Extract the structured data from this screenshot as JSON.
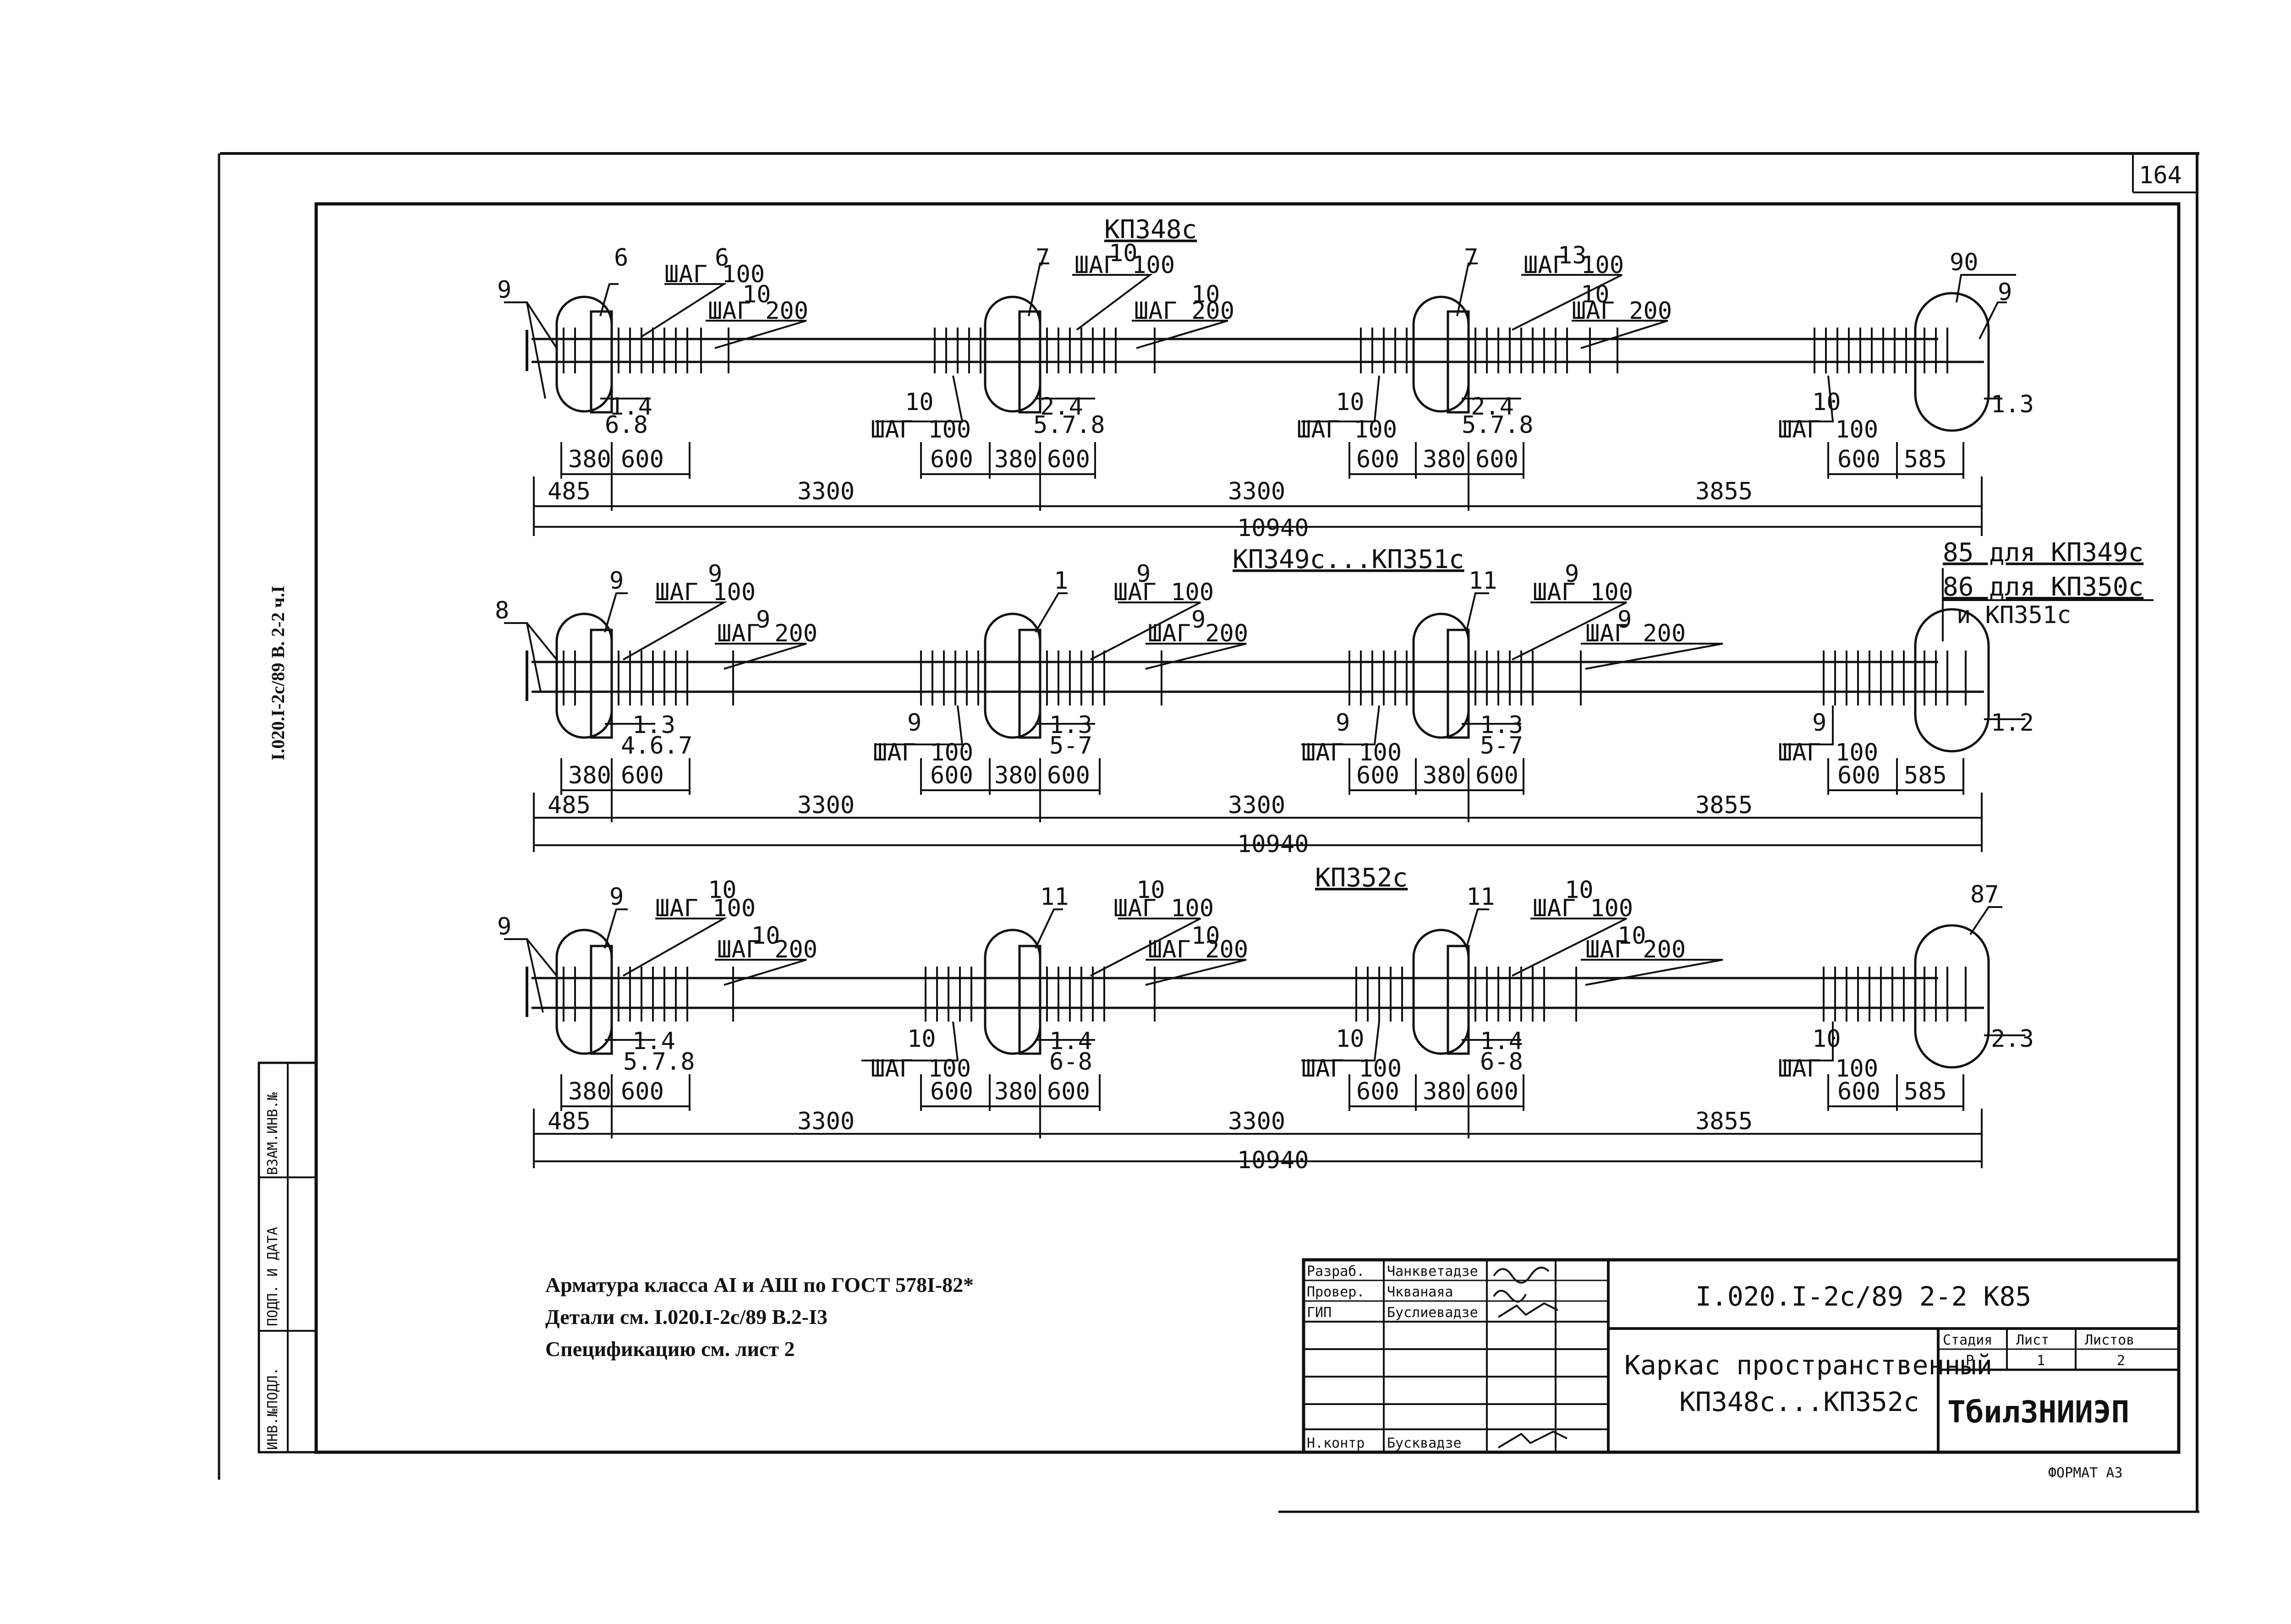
{
  "sheet": {
    "page_number": "164",
    "side_code": "I.020.I-2c/89 В. 2-2 ч.I",
    "format_label": "ФОРМАТ А3",
    "left_strip": [
      "ИНВ.№ПОДЛ.",
      "ПОДП. И ДАТА",
      "ВЗАМ.ИНВ.№"
    ]
  },
  "frames": [
    {
      "title": "КП348с",
      "overall": "10940",
      "segments": [
        "485",
        "3300",
        "3300",
        "3855"
      ],
      "small_dims": [
        "380",
        "600",
        "600",
        "380",
        "600",
        "600",
        "380",
        "600",
        "600",
        "585"
      ],
      "marks": [
        "9",
        "6",
        "7",
        "7",
        "90",
        "9"
      ],
      "spacing_top": [
        {
          "num": "6",
          "step": "ШАГ 100"
        },
        {
          "num": "10",
          "step": "ШАГ 200"
        },
        {
          "num": "10",
          "step": "ШАГ 100"
        },
        {
          "num": "10",
          "step": "ШАГ 200"
        },
        {
          "num": "13",
          "step": "ШАГ 100"
        },
        {
          "num": "10",
          "step": "ШАГ 200"
        }
      ],
      "spacing_bottom": [
        {
          "num": "10",
          "step": "ШАГ 100"
        },
        {
          "num": "10",
          "step": "ШАГ 100"
        },
        {
          "num": "10",
          "step": "ШАГ 100"
        }
      ],
      "refs": [
        "1.4",
        "6.8",
        "2.4",
        "5.7.8",
        "2.4",
        "5.7.8",
        "1.3"
      ]
    },
    {
      "title": "КП349с...КП351с",
      "overall": "10940",
      "segments": [
        "485",
        "3300",
        "3300",
        "3855"
      ],
      "small_dims": [
        "380",
        "600",
        "600",
        "380",
        "600",
        "600",
        "380",
        "600",
        "600",
        "585"
      ],
      "marks": [
        "8",
        "9",
        "1",
        "11"
      ],
      "spacing_top": [
        {
          "num": "9",
          "step": "ШАГ 100"
        },
        {
          "num": "9",
          "step": "ШАГ 200"
        },
        {
          "num": "9",
          "step": "ШАГ 100"
        },
        {
          "num": "9",
          "step": "ШАГ 200"
        },
        {
          "num": "9",
          "step": "ШАГ 100"
        },
        {
          "num": "9",
          "step": "ШАГ 200"
        }
      ],
      "spacing_bottom": [
        {
          "num": "9",
          "step": "ШАГ 100"
        },
        {
          "num": "9",
          "step": "ШАГ 100"
        },
        {
          "num": "9",
          "step": "ШАГ 100"
        }
      ],
      "refs": [
        "1.3",
        "4.6.7",
        "1.3",
        "5-7",
        "1.3",
        "5-7",
        "1.2"
      ],
      "end_notes": [
        "85 для КП349с",
        "86 для КП350с",
        "и КП351с"
      ]
    },
    {
      "title": "КП352с",
      "overall": "10940",
      "segments": [
        "485",
        "3300",
        "3300",
        "3855"
      ],
      "small_dims": [
        "380",
        "600",
        "600",
        "380",
        "600",
        "600",
        "380",
        "600",
        "600",
        "585"
      ],
      "marks": [
        "9",
        "9",
        "11",
        "11",
        "87"
      ],
      "spacing_top": [
        {
          "num": "10",
          "step": "ШАГ 100"
        },
        {
          "num": "10",
          "step": "ШАГ 200"
        },
        {
          "num": "10",
          "step": "ШАГ 100"
        },
        {
          "num": "10",
          "step": "ШАГ 200"
        },
        {
          "num": "10",
          "step": "ШАГ 100"
        },
        {
          "num": "10",
          "step": "ШАГ 200"
        }
      ],
      "spacing_bottom": [
        {
          "num": "10",
          "step": "ШАГ 100"
        },
        {
          "num": "10",
          "step": "ШАГ 100"
        },
        {
          "num": "10",
          "step": "ШАГ 100"
        }
      ],
      "refs": [
        "1.4",
        "5.7.8",
        "1.4",
        "6-8",
        "1.4",
        "6-8",
        "2.3"
      ]
    }
  ],
  "notes": [
    "Арматура класса АI и АШ по ГОСТ 578I-82*",
    "Детали см. I.020.I-2с/89 В.2-I3",
    "Спецификацию см. лист 2"
  ],
  "stamp": {
    "roles": [
      {
        "role": "Разраб.",
        "name": "Чанкветадзе"
      },
      {
        "role": "Провер.",
        "name": "Чкванаяа"
      },
      {
        "role": "ГИП",
        "name": "Буслиевадзе"
      },
      {
        "role": "",
        "name": ""
      },
      {
        "role": "",
        "name": ""
      },
      {
        "role": "",
        "name": ""
      },
      {
        "role": "Н.контр",
        "name": "Бусквадзе"
      }
    ],
    "code": "I.020.I-2с/89   2-2   К85",
    "title_lines": [
      "Каркас пространственный",
      "КП348с...КП352с"
    ],
    "stage_header": [
      "Стадия",
      "Лист",
      "Листов"
    ],
    "stage_values": [
      "Р",
      "1",
      "2"
    ],
    "org": "ТбилЗНИИЭП"
  }
}
